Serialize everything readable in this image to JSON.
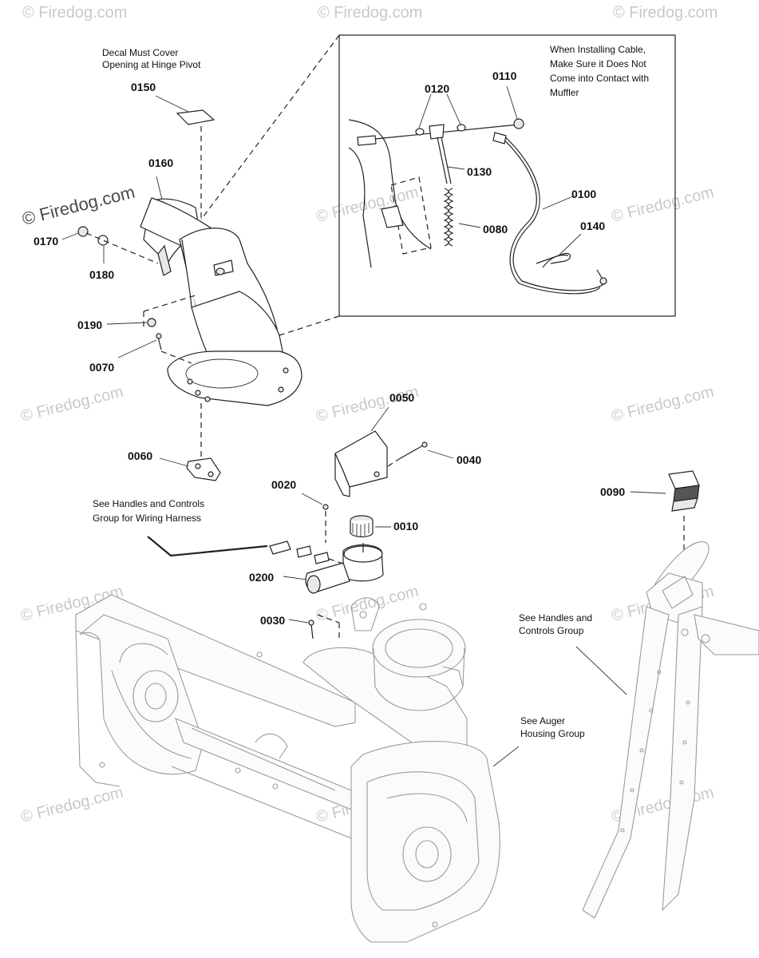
{
  "watermark": {
    "text": "© Firedog.com",
    "prominent_text": "© Firedog.com"
  },
  "parts": [
    {
      "id": "p0010",
      "label": "0010"
    },
    {
      "id": "p0020",
      "label": "0020"
    },
    {
      "id": "p0030",
      "label": "0030"
    },
    {
      "id": "p0040",
      "label": "0040"
    },
    {
      "id": "p0050",
      "label": "0050"
    },
    {
      "id": "p0060",
      "label": "0060"
    },
    {
      "id": "p0070",
      "label": "0070"
    },
    {
      "id": "p0080",
      "label": "0080"
    },
    {
      "id": "p0090",
      "label": "0090"
    },
    {
      "id": "p0100",
      "label": "0100"
    },
    {
      "id": "p0110",
      "label": "0110"
    },
    {
      "id": "p0120",
      "label": "0120"
    },
    {
      "id": "p0130",
      "label": "0130"
    },
    {
      "id": "p0140",
      "label": "0140"
    },
    {
      "id": "p0150",
      "label": "0150"
    },
    {
      "id": "p0160",
      "label": "0160"
    },
    {
      "id": "p0170",
      "label": "0170"
    },
    {
      "id": "p0180",
      "label": "0180"
    },
    {
      "id": "p0190",
      "label": "0190"
    },
    {
      "id": "p0200",
      "label": "0200"
    }
  ],
  "notes": {
    "decal": [
      "Decal Must Cover",
      "Opening at Hinge Pivot"
    ],
    "cable": [
      "When Installing Cable,",
      "Make Sure it Does Not",
      "Come into Contact with",
      "Muffler"
    ],
    "wiring": [
      "See Handles and Controls",
      "Group for Wiring Harness"
    ],
    "handles": [
      "See Handles and",
      "Controls Group"
    ],
    "auger": [
      "See Auger",
      "Housing Group"
    ]
  }
}
